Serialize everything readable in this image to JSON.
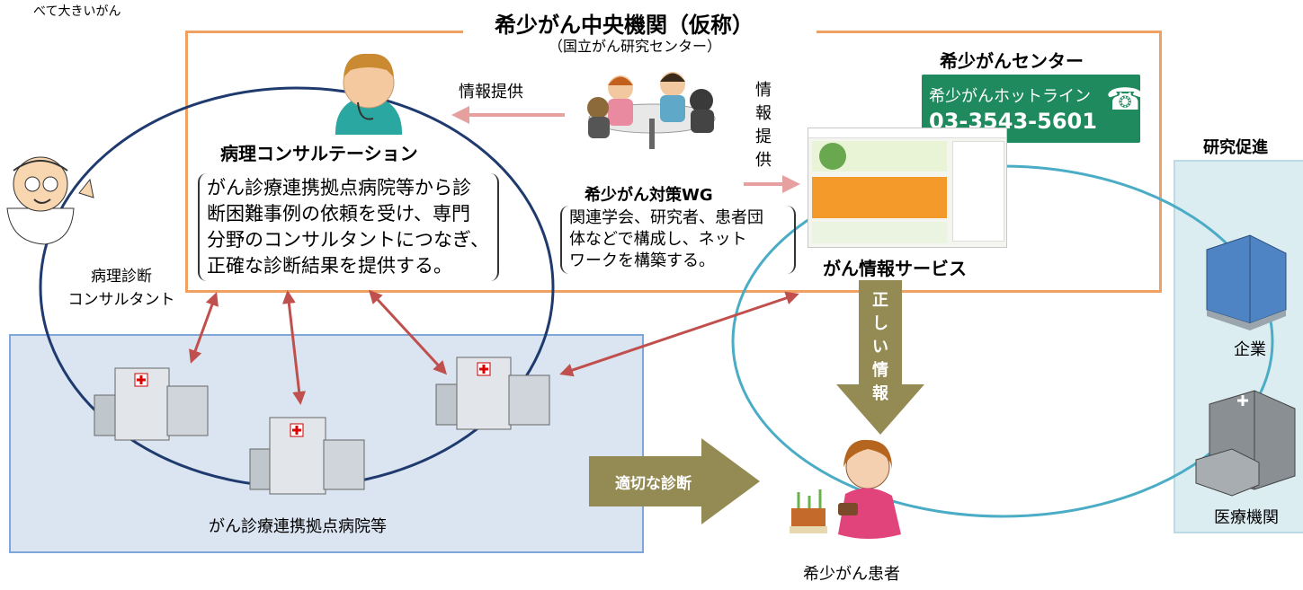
{
  "top_left_fragment": "べて大きいがん",
  "center": {
    "title": "希少がん中央機関（仮称）",
    "subtitle": "（国立がん研究センター）"
  },
  "consultation": {
    "title": "病理コンサルテーション",
    "description": "がん診療連携拠点病院等から診断困難事例の依頼を受け、専門分野のコンサルタントにつなぎ、正確な診断結果を提供する。",
    "lines": [
      "がん診療連携拠点病院等から診",
      "断困難事例の依頼を受け、専門",
      "分野のコンサルタントにつなぎ、",
      "正確な診断結果を提供する。"
    ]
  },
  "info_provision_label": "情報提供",
  "info_provision_vertical": [
    "情",
    "報",
    "提",
    "供"
  ],
  "wg": {
    "title": "希少がん対策WG",
    "lines": [
      "関連学会、研究者、患者団",
      "体などで構成し、ネット",
      "ワークを構築する。"
    ]
  },
  "rare_cancer_center": {
    "title": "希少がんセンター",
    "hotline_label": "希少がんホットライン",
    "hotline_number": "03-3543-5601"
  },
  "cancer_info_service": "がん情報サービス",
  "pathology_consultant": [
    "病理診断",
    "コンサルタント"
  ],
  "hospitals_label": "がん診療連携拠点病院等",
  "correct_info": [
    "正",
    "し",
    "い",
    "情",
    "報"
  ],
  "appropriate_diagnosis": "適切な診断",
  "patient_label": "希少がん患者",
  "research": {
    "title": "研究促進",
    "company": "企業",
    "medical": "医療機関"
  },
  "colors": {
    "center_border": "#f0a060",
    "hospital_panel_fill": "#dbe5f1",
    "hospital_panel_border": "#7ea6d8",
    "research_panel_fill": "#dcedf2",
    "navy_ellipse": "#1f3a6e",
    "teal_ellipse": "#4bacc6",
    "red_arrow": "#c0504d",
    "pink_arrow": "#e6a0a0",
    "olive_arrow": "#948a54",
    "hotline_bg": "#1f8a5d"
  }
}
